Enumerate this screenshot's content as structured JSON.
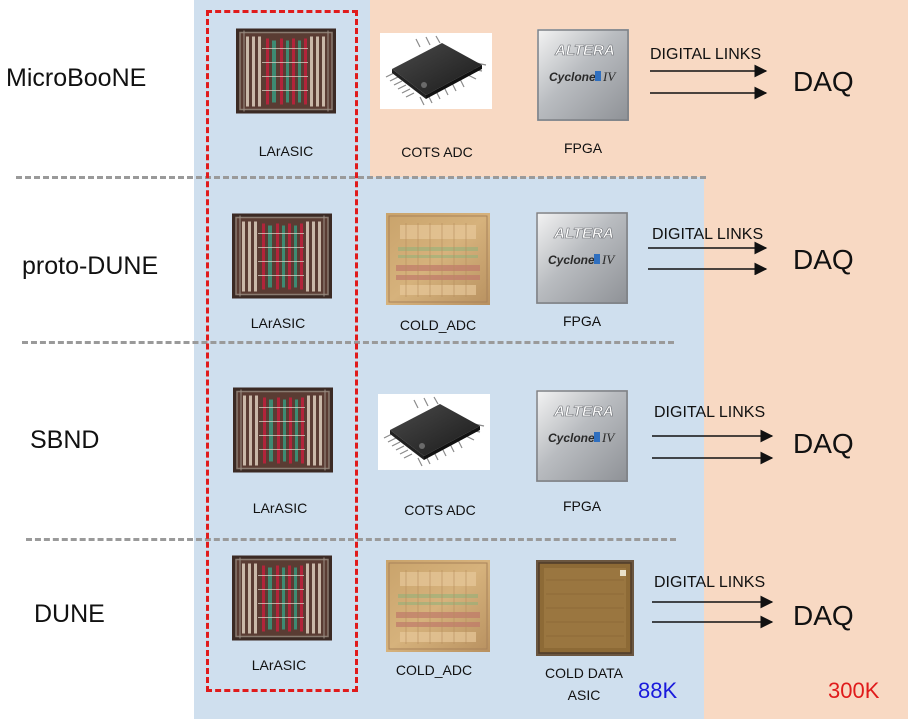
{
  "colors": {
    "cold_region": "#cfdfee",
    "warm_region": "#f8d9c3",
    "highlight_box": "#e01b1b",
    "label_88k": "#1a1adc",
    "label_300k": "#e01b1b"
  },
  "rows": [
    {
      "name": "MicroBooNE",
      "chips": {
        "asic": "LArASIC",
        "adc": "COTS ADC",
        "readout": "FPGA"
      },
      "links": "DIGITAL LINKS",
      "daq": "DAQ"
    },
    {
      "name": "proto-DUNE",
      "chips": {
        "asic": "LArASIC",
        "adc": "COLD_ADC",
        "readout": "FPGA"
      },
      "links": "DIGITAL LINKS",
      "daq": "DAQ"
    },
    {
      "name": "SBND",
      "chips": {
        "asic": "LArASIC",
        "adc": "COTS ADC",
        "readout": "FPGA"
      },
      "links": "DIGITAL LINKS",
      "daq": "DAQ"
    },
    {
      "name": "DUNE",
      "chips": {
        "asic": "LArASIC",
        "adc": "COLD_ADC",
        "readout_line1": "COLD DATA",
        "readout_line2": "ASIC"
      },
      "links": "DIGITAL LINKS",
      "daq": "DAQ"
    }
  ],
  "fpga_logo": {
    "brand": "ALTERA",
    "product": "Cyclone",
    "version": "IV"
  },
  "temperatures": {
    "cold": "88K",
    "warm": "300K"
  },
  "icons": [
    "larasic-chip-icon",
    "cots-adc-package-icon",
    "cold-adc-die-icon",
    "fpga-chip-icon",
    "cold-data-asic-die-icon",
    "arrow-right-icon"
  ]
}
